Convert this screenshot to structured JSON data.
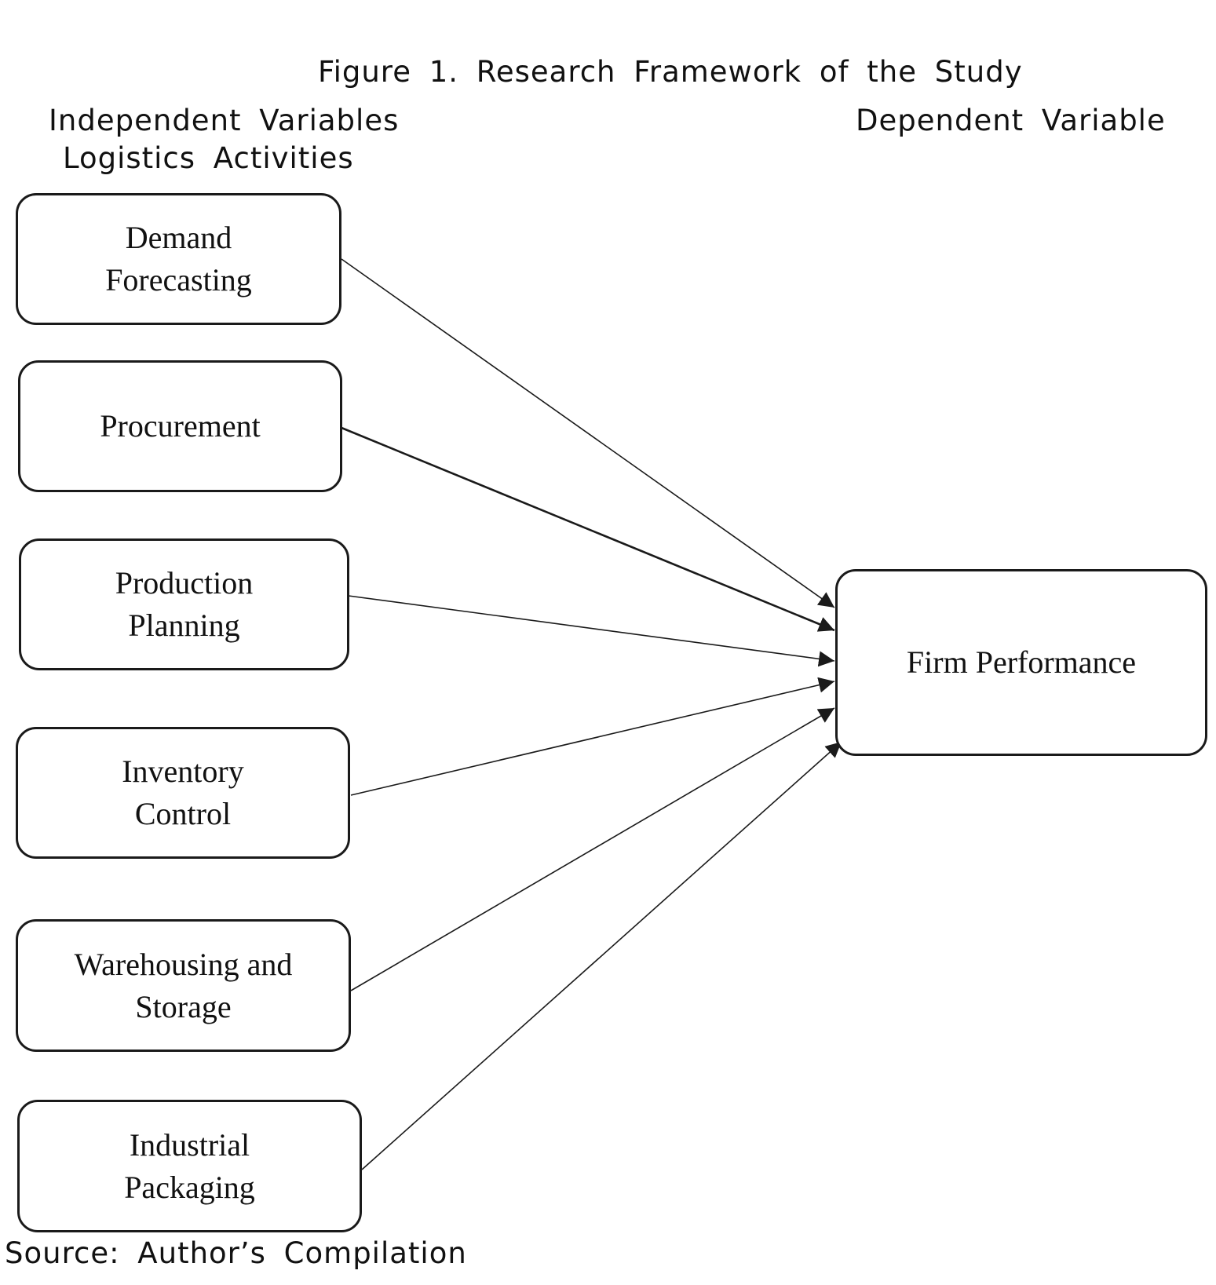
{
  "figure_title": "Figure 1. Research Framework of the Study",
  "independent_header": {
    "line1": "Independent Variables",
    "line2": "Logistics Activities"
  },
  "dependent_header": "Dependent Variable",
  "independent_variables": [
    "Demand\nForecasting",
    "Procurement",
    "Production\nPlanning",
    "Inventory\nControl",
    "Warehousing and\nStorage",
    "Industrial\nPackaging"
  ],
  "dependent_variable": "Firm Performance",
  "source": "Source: Author’s Compilation",
  "colors": {
    "stroke": "#1a1a1a",
    "background": "#ffffff"
  }
}
